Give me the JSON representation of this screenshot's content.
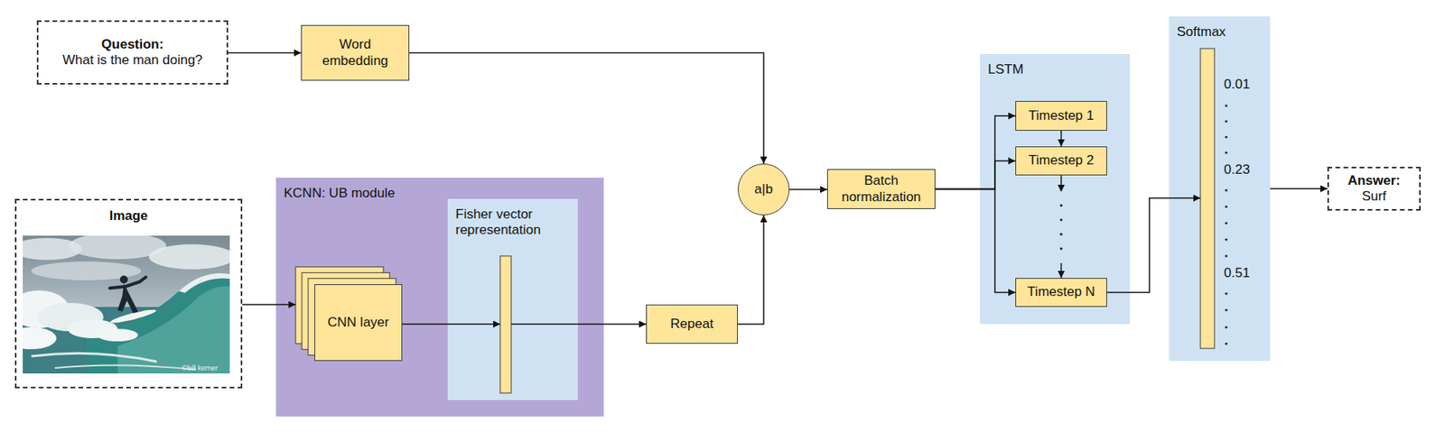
{
  "diagram": {
    "nodes": [
      {
        "text": [
          "Question:",
          "What is the man doing?"
        ]
      },
      {
        "text": [
          "Word embedding"
        ]
      },
      {
        "text": [
          "Image"
        ]
      },
      {
        "text": [
          "KCNN: UB module"
        ]
      },
      {
        "text": [
          "CNN layer"
        ],
        "in": 3
      },
      {
        "text": [
          "Fisher vector representation"
        ],
        "in": 3
      },
      {
        "text": [
          "Repeat"
        ]
      },
      {
        "text": [
          "a|b"
        ]
      },
      {
        "text": [
          "Batch normalization"
        ]
      },
      {
        "text": [
          "LSTM"
        ]
      },
      {
        "text": [
          "Timestep 1"
        ],
        "in": 9
      },
      {
        "text": [
          "Timestep 2"
        ],
        "in": 9
      },
      {
        "text": [
          "Timestep N"
        ],
        "in": 9
      },
      {
        "text": [
          "Softmax"
        ]
      },
      {
        "text": [
          "Answer:",
          "Surf"
        ]
      }
    ],
    "edges": [
      {
        "from": 0,
        "to": 1,
        "arrow": "to"
      },
      {
        "from": 1,
        "to": 7,
        "arrow": "to"
      },
      {
        "from": 2,
        "to": 4,
        "arrow": "to"
      },
      {
        "from": 4,
        "to": 5,
        "arrow": "to"
      },
      {
        "from": 5,
        "to": 6,
        "arrow": "to"
      },
      {
        "from": 6,
        "to": 7,
        "arrow": "to"
      },
      {
        "from": 7,
        "to": 8,
        "arrow": "to"
      },
      {
        "from": 8,
        "to": 10,
        "arrow": "to"
      },
      {
        "from": 8,
        "to": 11,
        "arrow": "to"
      },
      {
        "from": 8,
        "to": 12,
        "arrow": "to"
      },
      {
        "from": 10,
        "to": 11,
        "arrow": "to"
      },
      {
        "from": 11,
        "to": 12,
        "arrow": "to"
      },
      {
        "from": 12,
        "to": 13,
        "arrow": "to"
      },
      {
        "from": 13,
        "to": 14,
        "arrow": "to"
      }
    ],
    "labels": [
      "0.01",
      "0.23",
      "0.51",
      "©bill kerner"
    ]
  }
}
